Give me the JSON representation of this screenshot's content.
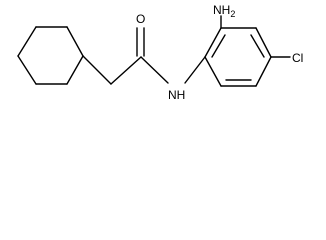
{
  "labels": {
    "amine": "NH",
    "amine_sub": "2",
    "amide_nh": "NH",
    "carbonyl_o": "O",
    "chloro": "Cl"
  }
}
